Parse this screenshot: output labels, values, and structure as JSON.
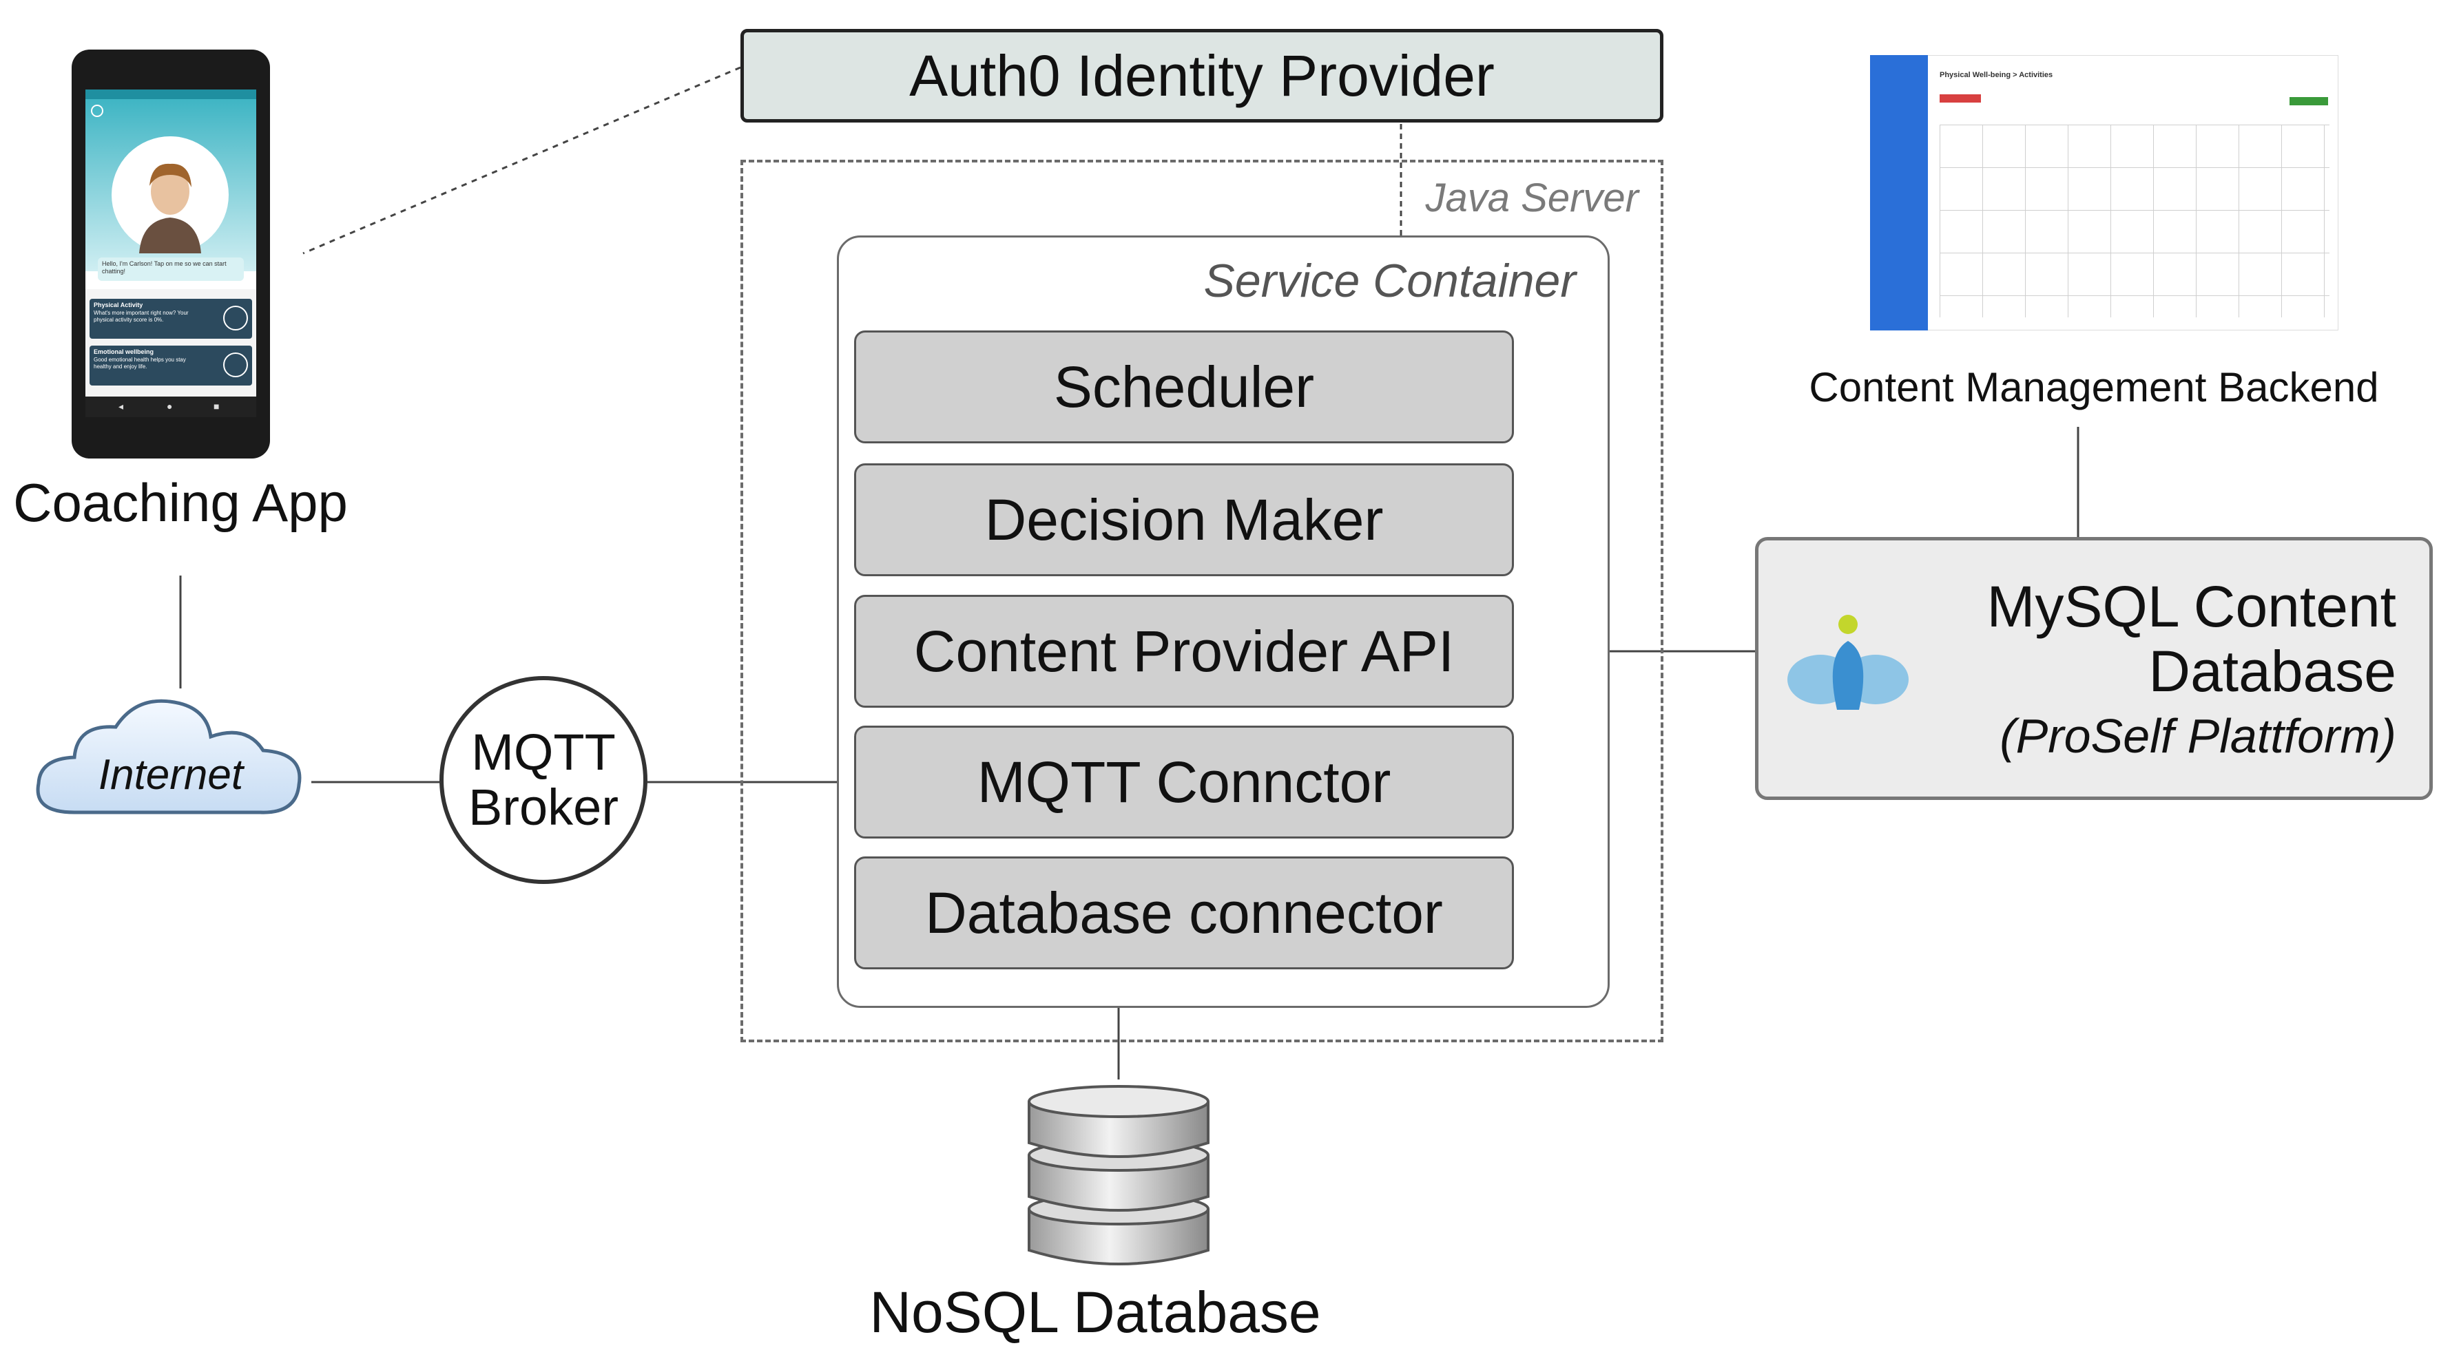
{
  "auth0": {
    "label": "Auth0 Identity Provider"
  },
  "java_server": {
    "label": "Java Server"
  },
  "service_container": {
    "label": "Service Container",
    "modules": [
      "Scheduler",
      "Decision Maker",
      "Content Provider API",
      "MQTT Connctor",
      "Database connector"
    ]
  },
  "coaching_app": {
    "label": "Coaching App",
    "chat_text": "Hello, I'm Carlson! Tap on me so we can start chatting!",
    "cards": [
      {
        "title": "Physical Activity",
        "text": "What's more important right now? Your physical activity score is 0%."
      },
      {
        "title": "Emotional wellbeing",
        "text": "Good emotional health helps you stay healthy and enjoy life."
      }
    ]
  },
  "internet": {
    "label": "Internet"
  },
  "mqtt_broker": {
    "line1": "MQTT",
    "line2": "Broker"
  },
  "cms": {
    "label": "Content Management Backend",
    "header": "Physical Well-being > Activities"
  },
  "mysql": {
    "line1": "MySQL Content",
    "line2": "Database",
    "line3": "(ProSelf Plattform)"
  },
  "nosql": {
    "label": "NoSQL Database"
  },
  "colors": {
    "module_fill": "#d0d0d0",
    "auth0_fill": "#dde5e3",
    "mysql_fill": "#ececec",
    "cms_sidebar": "#2a6fd8"
  }
}
